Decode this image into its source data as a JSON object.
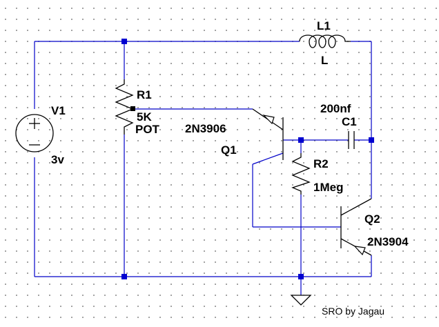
{
  "title": "",
  "labels": {
    "v1_name": "V1",
    "v1_value": "3v",
    "r1_name": "R1",
    "r1_value": "5K",
    "r1_model": "POT",
    "l1_name": "L1",
    "l1_value": "L",
    "c1_value": "200nf",
    "c1_name": "C1",
    "q1_model": "2N3906",
    "q1_name": "Q1",
    "r2_name": "R2",
    "r2_value": "1Meg",
    "q2_name": "Q2",
    "q2_model": "2N3904",
    "credit": "SRO by Jagau"
  },
  "colors": {
    "wire": "#0000c8",
    "component": "#000000",
    "node": "#0000d0",
    "grid_dot": "#8a8a8a"
  },
  "icons": [
    "voltage-source-symbol",
    "resistor-symbol",
    "potentiometer-symbol",
    "inductor-symbol",
    "capacitor-symbol",
    "pnp-transistor-symbol",
    "npn-transistor-symbol",
    "ground-symbol"
  ]
}
